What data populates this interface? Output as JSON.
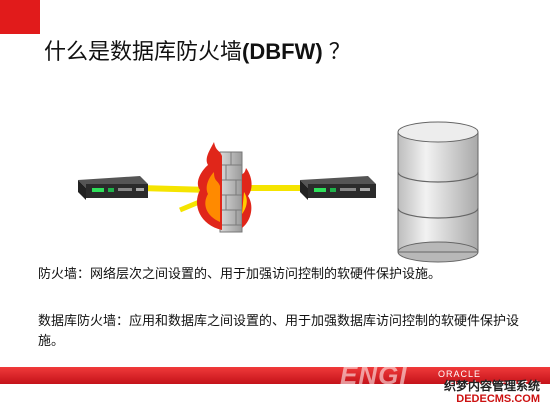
{
  "slide": {
    "title_chinese": "什么是数据库防火墙",
    "title_abbr": "(DBFW)",
    "title_suffix": " ？",
    "firewall_definition": "防火墙：网络层次之间设置的、用于加强访问控制的软硬件保护设施。",
    "dbfw_definition": "数据库防火墙：应用和数据库之间设置的、用于加强数据库访问控制的软硬件保护设施。"
  },
  "footer": {
    "brand": "ORACLE",
    "watermark_text": "ENGI",
    "site_name": "织梦内容管理系统",
    "site_url": "DEDECMS.COM"
  },
  "colors": {
    "accent_red": "#e11b1b",
    "link_yellow": "#f5e400",
    "flame_red": "#e0261a",
    "flame_orange": "#ff8a00",
    "database_gray": "#d9d9d9"
  },
  "icons": [
    "network-device-icon",
    "firewall-wall-icon",
    "database-cylinder-icon"
  ]
}
